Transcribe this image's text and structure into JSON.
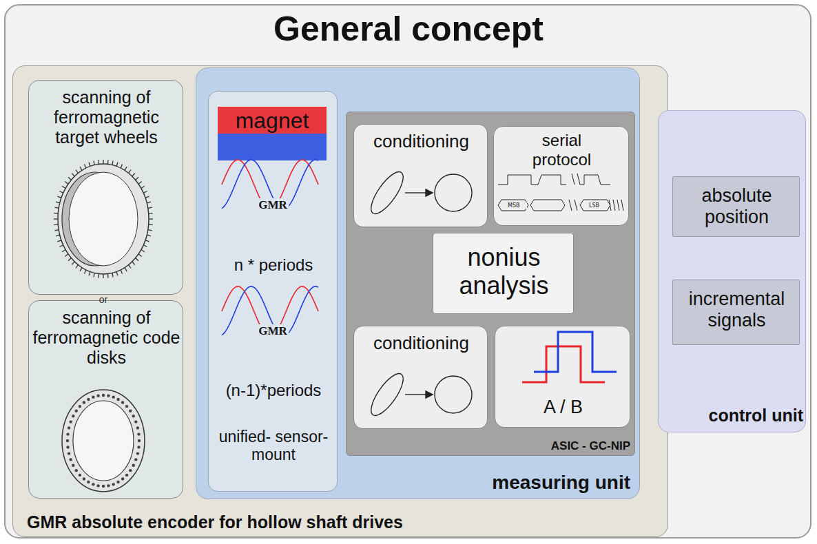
{
  "diagram": {
    "title": "General concept",
    "nodes": [
      {
        "text": [
          "GMR absolute encoder for hollow shaft drives"
        ]
      },
      {
        "text": [
          "scanning of ferromagnetic target wheels"
        ],
        "in": 0
      },
      {
        "text": [
          "scanning of ferromagnetic code disks"
        ],
        "in": 0
      },
      {
        "text": [
          "measuring unit"
        ],
        "in": 0
      },
      {
        "text": [
          "GMR",
          "n * periods",
          "GMR",
          "(n-1)*periods",
          "unified- sensor-mount"
        ],
        "in": 3
      },
      {
        "text": [
          "magnet"
        ],
        "in": 4
      },
      {
        "text": [
          "ASIC - GC-NIP"
        ],
        "in": 3
      },
      {
        "text": [
          "conditioning"
        ],
        "in": 6
      },
      {
        "text": [
          "serial protocol",
          "MSB",
          "LSB"
        ],
        "in": 6
      },
      {
        "text": [
          "nonius analysis"
        ],
        "in": 6
      },
      {
        "text": [
          "conditioning"
        ],
        "in": 6
      },
      {
        "text": [
          "A / B"
        ],
        "in": 6
      },
      {
        "text": [
          "control unit"
        ]
      },
      {
        "text": [
          "absolute position"
        ],
        "in": 12
      },
      {
        "text": [
          "incremental signals"
        ],
        "in": 12
      }
    ],
    "edges": [
      {
        "from": 6,
        "to": 13,
        "arrow": "to"
      },
      {
        "from": 6,
        "to": 14,
        "arrow": "to"
      }
    ],
    "labels": [
      "or"
    ]
  }
}
